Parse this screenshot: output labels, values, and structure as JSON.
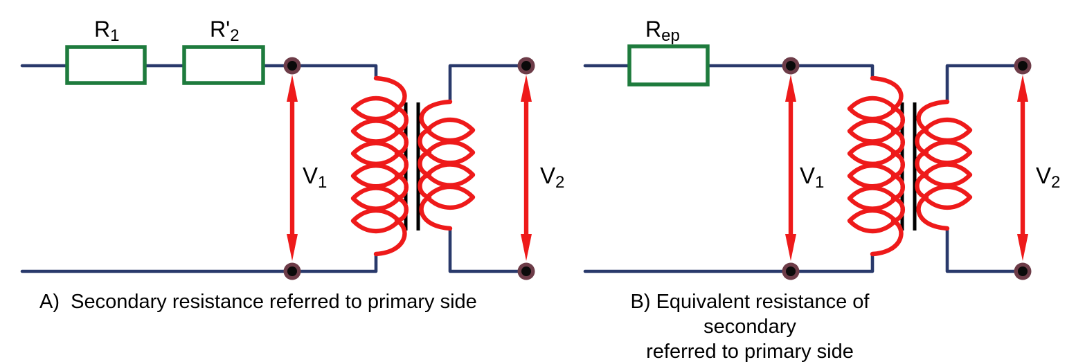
{
  "colors": {
    "background": "#ffffff",
    "wire": "#29396b",
    "resistor_border": "#1e7b3d",
    "resistor_fill": "#ffffff",
    "coil": "#ee1a1a",
    "arrow": "#ee1a1a",
    "core": "#000000",
    "node_ring": "#6d3c48",
    "node_fill": "#0a0a0a",
    "text": "#000000"
  },
  "transformer": {
    "primary_turns": 6,
    "secondary_turns": 4
  },
  "labels": {
    "r1": {
      "base": "R",
      "sub": "1"
    },
    "r2_prime": {
      "base": "R'",
      "sub": "2"
    },
    "rep": {
      "base": "R",
      "sub": "ep"
    },
    "v1_a": {
      "base": "V",
      "sub": "1"
    },
    "v2_a": {
      "base": "V",
      "sub": "2"
    },
    "v1_b": {
      "base": "V",
      "sub": "1"
    },
    "v2_b": {
      "base": "V",
      "sub": "2"
    }
  },
  "captions": {
    "a": "A)  Secondary resistance referred to primary side",
    "b_line1": "B) Equivalent resistance of secondary",
    "b_line2": "referred to primary side"
  }
}
